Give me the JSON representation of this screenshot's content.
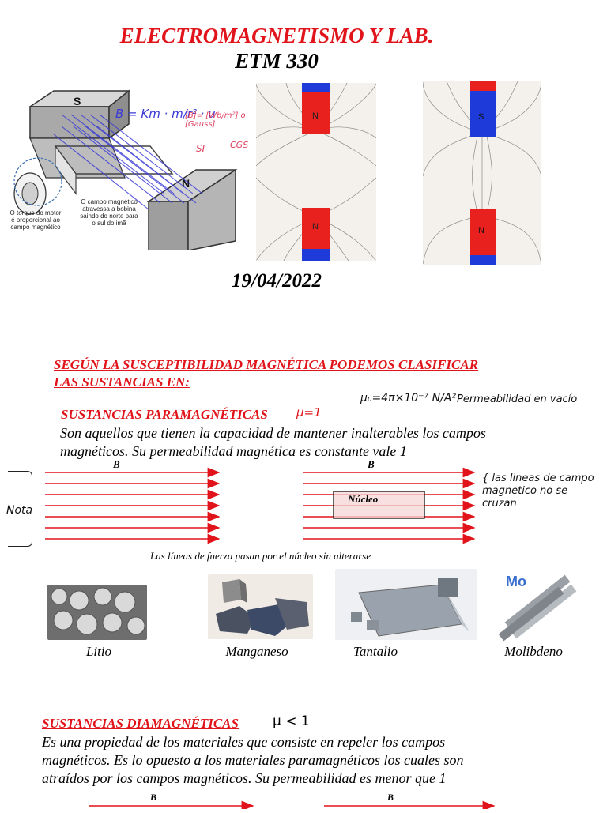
{
  "header": {
    "title": "ELECTROMAGNETISMO Y LAB.",
    "course_code": "ETM 330",
    "date": "19/04/2022"
  },
  "motor_figure": {
    "pole_s": "S",
    "pole_n": "N",
    "formula": "B = Km · m/r² · u",
    "units_note": "[B]=  [Wb/m²]  o  [Gauss]",
    "si_label": "SI",
    "cgs_label": "CGS",
    "caption_left": "O torque do motor é proporcional ao campo magnético",
    "caption_right": "O campo magnético atravessa a bobina saindo do norte para o sul do imã"
  },
  "magnet_photos": {
    "pole_n": "N",
    "pole_s": "S"
  },
  "classification": {
    "intro": "SEGÚN LA SUSCEPTIBILIDAD MAGNÉTICA PODEMOS CLASIFICAR LAS SUSTANCIAS EN:",
    "mu0_note": "μ₀=4π×10⁻⁷ N/A²",
    "mu0_desc": "Permeabilidad en vacío"
  },
  "paramagnetic": {
    "heading": "SUSTANCIAS PARAMAGNÉTICAS",
    "mu_note": "μ=1",
    "description": "Son aquellos que tienen la capacidad de mantener inalterables los campos magnéticos. Su permeabilidad magnética es constante vale 1",
    "field_label_left": "B",
    "field_label_right": "B",
    "nucleus_label": "Núcleo",
    "side_note": "Nota",
    "right_note": "{ las lineas de campo magnetico no se cruzan",
    "diagram_caption": "Las líneas de fuerza pasan por el núcleo sin alterarse",
    "examples": [
      {
        "name": "Litio"
      },
      {
        "name": "Manganeso"
      },
      {
        "name": "Tantalio"
      },
      {
        "name": "Molibdeno",
        "badge": "Mo"
      }
    ]
  },
  "diamagnetic": {
    "heading": "SUSTANCIAS DIAMAGNÉTICAS",
    "mu_note": "μ < 1",
    "description": "Es una propiedad de los materiales que consiste en repeler los campos magnéticos. Es lo opuesto a los materiales paramagnéticos los cuales son atraídos por los campos magnéticos. Su permeabilidad es menor que 1",
    "field_label_left": "B",
    "field_label_right": "B"
  },
  "colors": {
    "accent_red": "#e0141a",
    "magnet_red": "#e8201e",
    "magnet_blue": "#1e3ad8",
    "pen_blue": "#3a3ad8",
    "marker_red": "#e04060"
  }
}
